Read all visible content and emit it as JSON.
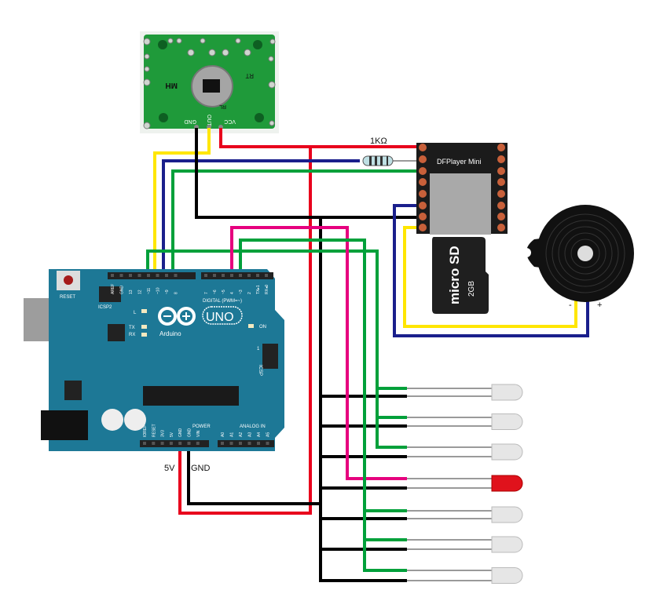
{
  "colors": {
    "arduino_board": "#1d7896",
    "pir_board": "#1f9a3a",
    "wire_red": "#e8001c",
    "wire_black": "#000000",
    "wire_yellow": "#ffe600",
    "wire_blue": "#1a1f8c",
    "wire_green": "#00a03a",
    "wire_pink": "#e6007e",
    "led_clear": "#e6e6e6",
    "led_red": "#e0121c"
  },
  "pir_sensor": {
    "chip_label": "MH",
    "rt_label": "RT",
    "rl_label": "RL",
    "pins": [
      "GND",
      "OUT",
      "VCC"
    ]
  },
  "resistor": {
    "label": "1KΩ"
  },
  "dfplayer": {
    "label": "DFPlayer Mini"
  },
  "sd_card": {
    "brand": "micro SD",
    "capacity": "2GB"
  },
  "speaker": {
    "minus": "-",
    "plus": "+"
  },
  "arduino": {
    "reset_label": "RESET",
    "icsp2_label": "ICSP2",
    "icsp_label": "ICSP",
    "uno_label": "UNO",
    "brand": "Arduino",
    "led_l": "L",
    "led_tx": "TX",
    "led_rx": "RX",
    "led_on": "ON",
    "icsp_pin1": "1",
    "digital_label": "DIGITAL (PWM=~)",
    "power_label": "POWER",
    "analog_label": "ANALOG IN",
    "digital_pins_left": [
      "AREF",
      "GND",
      "13",
      "12",
      "~11",
      "~10",
      "~9",
      "8"
    ],
    "digital_pins_right": [
      "7",
      "~6",
      "~5",
      "4",
      "~3",
      "2",
      "TX▸1",
      "RX◂0"
    ],
    "power_pins": [
      "IOREF",
      "RESET",
      "3V3",
      "5V",
      "GND",
      "GND",
      "VIN"
    ],
    "analog_pins": [
      "A0",
      "A1",
      "A2",
      "A3",
      "A4",
      "A5"
    ]
  },
  "labels": {
    "five_v": "5V",
    "gnd": "GND"
  },
  "leds": [
    {
      "color": "clear"
    },
    {
      "color": "clear"
    },
    {
      "color": "clear"
    },
    {
      "color": "red"
    },
    {
      "color": "clear"
    },
    {
      "color": "clear"
    },
    {
      "color": "clear"
    }
  ]
}
